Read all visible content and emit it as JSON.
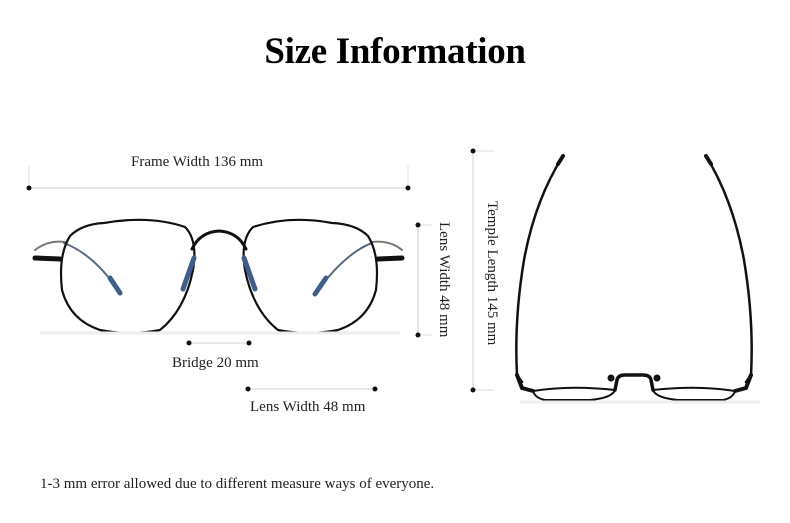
{
  "title": "Size Information",
  "measurements": {
    "frame_width": "Frame Width 136 mm",
    "lens_width_vertical": "Lens Width 48 mm",
    "bridge": "Bridge 20 mm",
    "lens_width_horizontal": "Lens Width 48 mm",
    "temple_length": "Temple Length 145 mm"
  },
  "note": "1-3 mm error allowed due to different measure ways of everyone.",
  "colors": {
    "frame": "#111111",
    "nose_pad_accent": "#3d5f8a",
    "dimension_line": "#cfcfcf",
    "dimension_dot": "#111111"
  }
}
